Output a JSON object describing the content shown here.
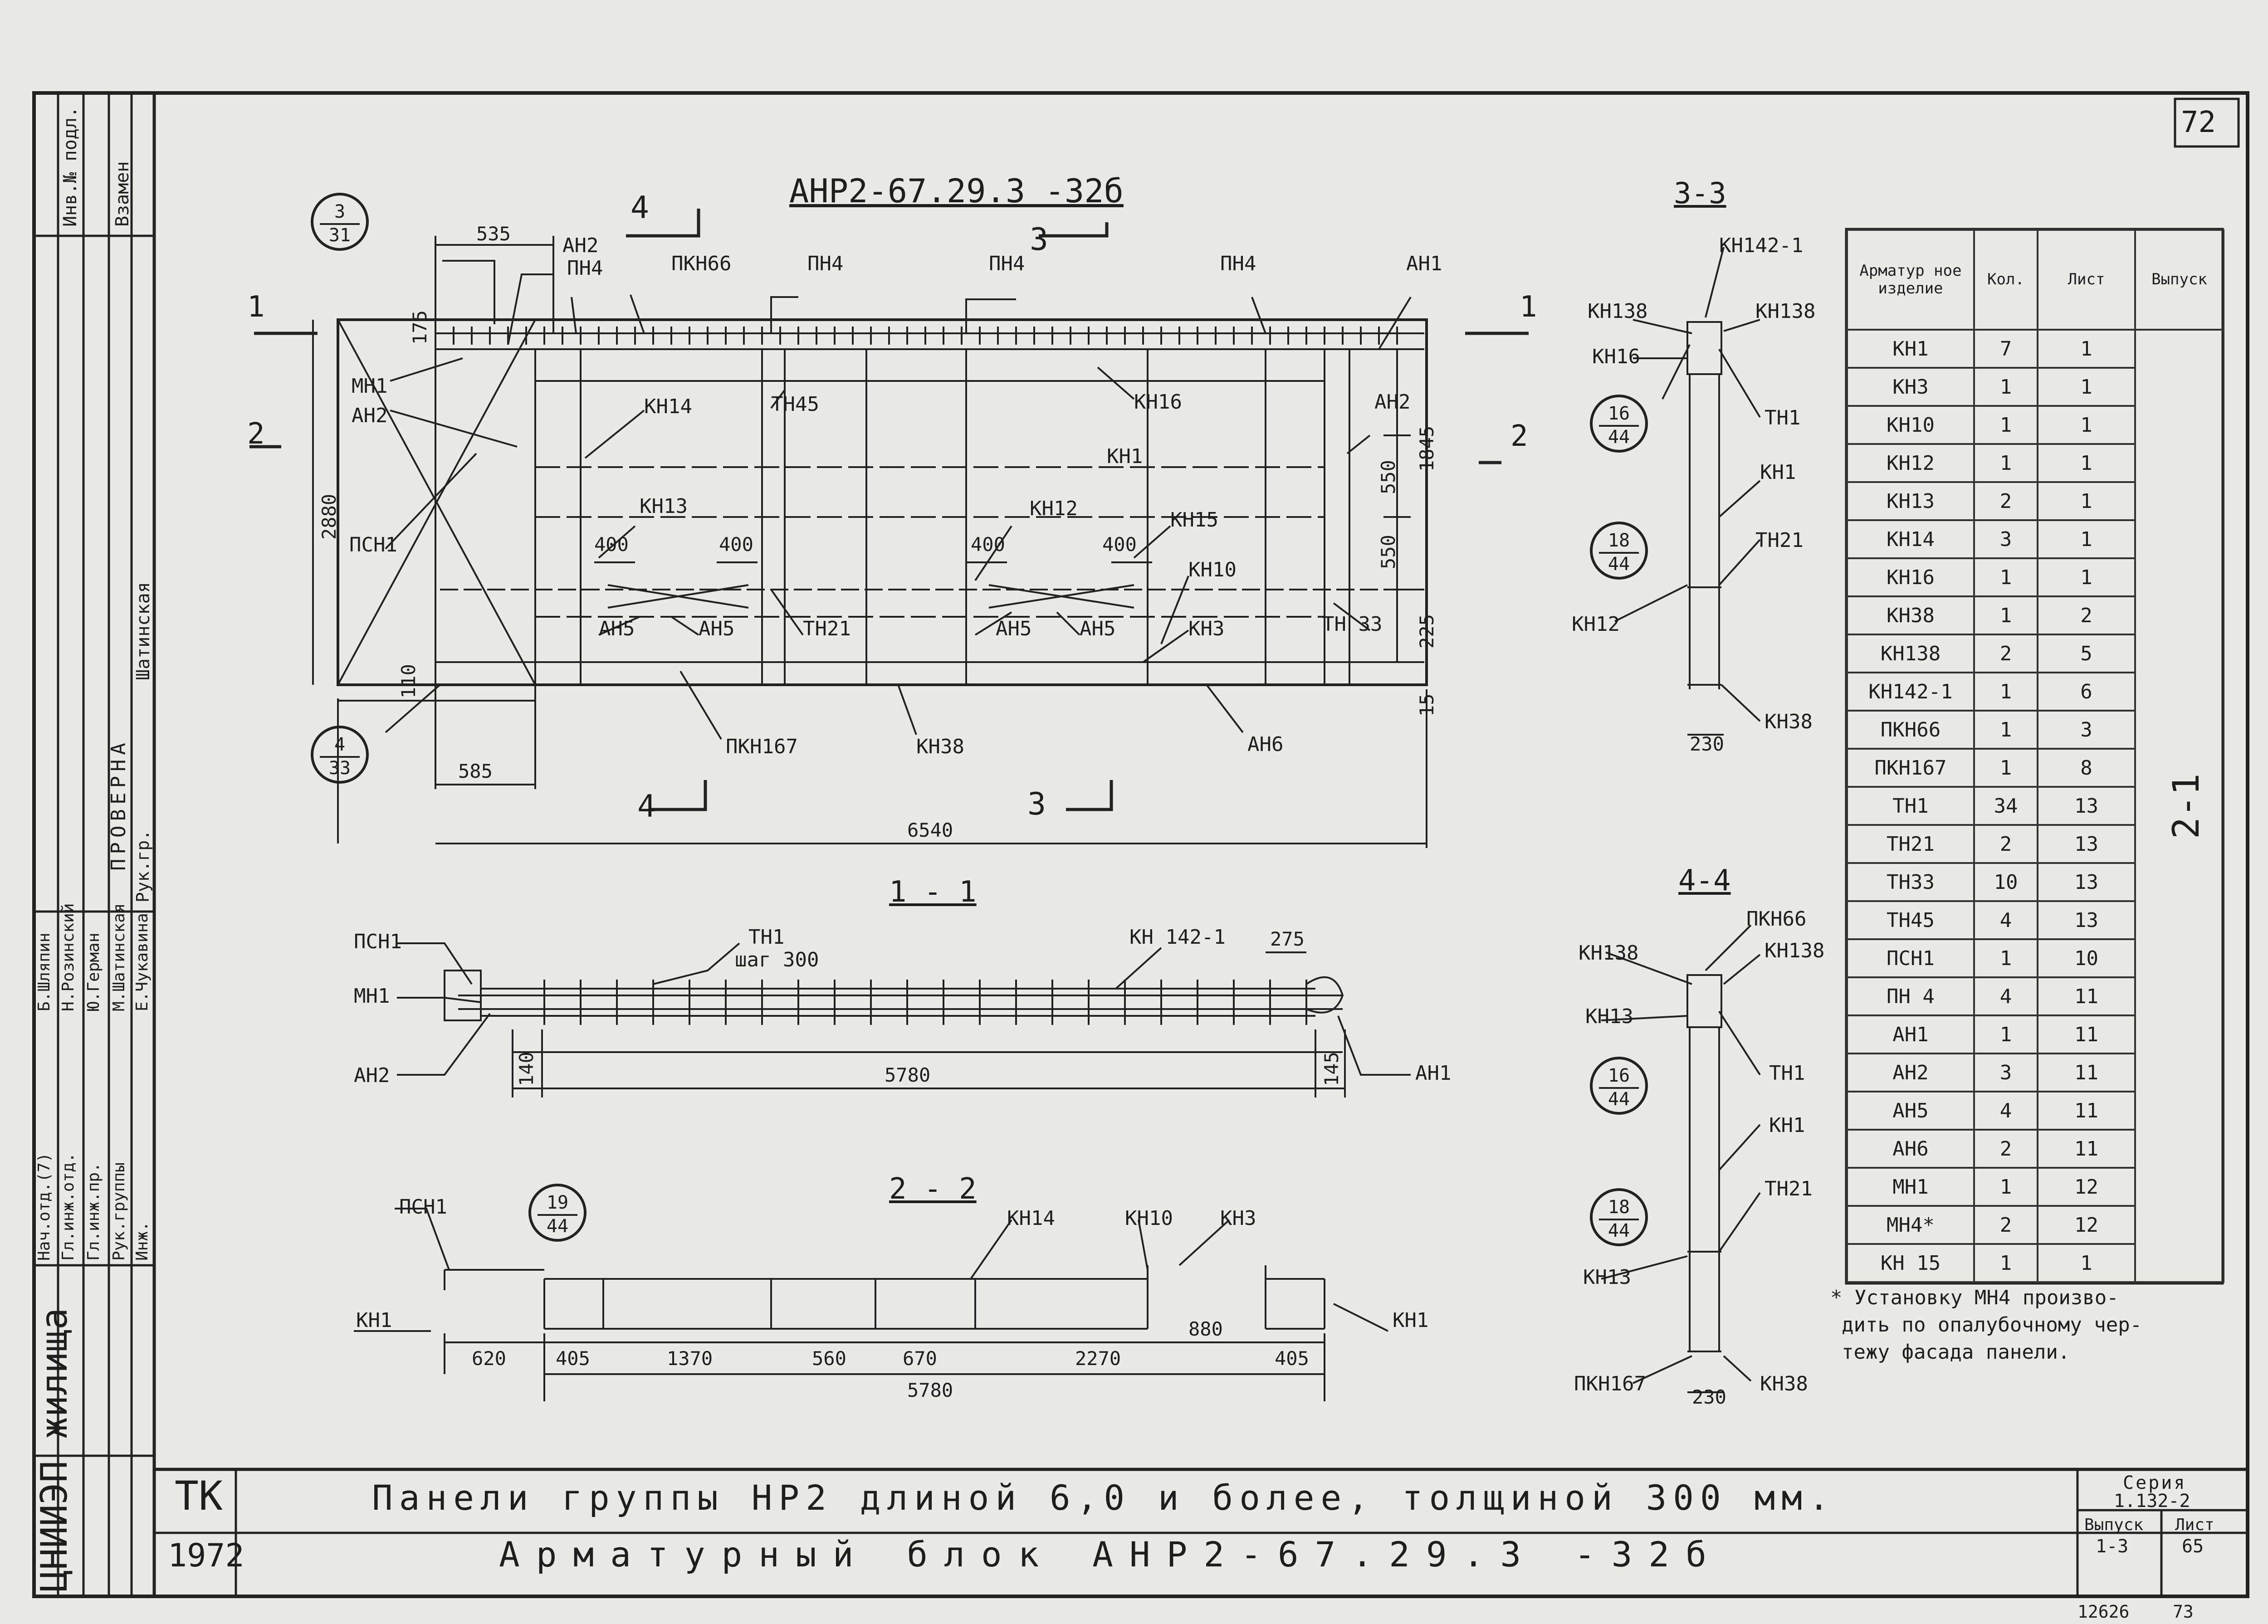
{
  "sheet_number": "72",
  "drawing_title": "АНР2-67.29.3 -32б",
  "views": {
    "elevation": {
      "callout_top": {
        "num": "3",
        "den": "31"
      },
      "callout_bottom": {
        "num": "4",
        "den": "33"
      },
      "section_marks": {
        "top_4": "4",
        "top_3": "3",
        "bottom_4": "4",
        "bottom_3": "3",
        "left_1": "1",
        "left_2": "2",
        "right_1": "1",
        "right_2": "2"
      },
      "labels": {
        "ah2_top": "АН2",
        "pn4_a": "ПН4",
        "pkn66": "ПКН66",
        "pn4_b": "ПН4",
        "pn4_c": "ПН4",
        "pn4_d": "ПН4",
        "ah1": "АН1",
        "mn1": "МН1",
        "ah2_left": "АН2",
        "kn14": "КН14",
        "tn45": "ТН45",
        "kn16": "КН16",
        "ah2_right": "АН2",
        "kn1": "КН1",
        "psn1": "ПСН1",
        "kn13": "КН13",
        "kn12": "КН12",
        "kn15": "КН15",
        "kn10": "КН10",
        "ah5_a": "АН5",
        "ah5_b": "АН5",
        "tn21": "ТН21",
        "ah5_c": "АН5",
        "ah5_d": "АН5",
        "kn3": "КН3",
        "tn33": "ТН 33",
        "pkn167": "ПКН167",
        "kn38": "КН38",
        "ah6": "АН6"
      },
      "dims": {
        "d535": "535",
        "d175": "175",
        "d2880": "2880",
        "d400a": "400",
        "d400b": "400",
        "d400c": "400",
        "d400d": "400",
        "d110": "110",
        "d1845": "1845",
        "d550a": "550",
        "d550b": "550",
        "d225": "225",
        "d15": "15",
        "d585": "585",
        "d6540": "6540"
      }
    },
    "section_11": {
      "title": "1 - 1",
      "labels": {
        "psn1": "ПСН1",
        "mn1": "МН1",
        "ah2": "АН2",
        "tn1": "ТН1",
        "step": "шаг 300",
        "kn142": "КН 142-1",
        "ah1": "АН1"
      },
      "dims": {
        "d275": "275",
        "d140": "140",
        "d5780": "5780",
        "d145": "145"
      }
    },
    "section_22": {
      "title": "2 - 2",
      "callout": {
        "num": "19",
        "den": "44"
      },
      "labels": {
        "psn1": "ПСН1",
        "kn14": "КН14",
        "kn10": "КН10",
        "kn3": "КН3",
        "kn1_left": "КН1",
        "kn1_right": "КН1"
      },
      "dims": {
        "d620": "620",
        "d405a": "405",
        "d1370": "1370",
        "d560": "560",
        "d670": "670",
        "d2270": "2270",
        "d880": "880",
        "d405b": "405",
        "d5780": "5780"
      }
    },
    "section_33": {
      "title": "3-3",
      "callout_a": {
        "num": "16",
        "den": "44"
      },
      "callout_b": {
        "num": "18",
        "den": "44"
      },
      "labels": {
        "kn142": "КН142-1",
        "kn138_l": "КН138",
        "kn138_r": "КН138",
        "kn16": "КН16",
        "tn1": "ТН1",
        "kn1": "КН1",
        "tn21": "ТН21",
        "kn12": "КН12",
        "kn38": "КН38"
      },
      "dims": {
        "d230": "230"
      }
    },
    "section_44": {
      "title": "4-4",
      "callout_a": {
        "num": "16",
        "den": "44"
      },
      "callout_b": {
        "num": "18",
        "den": "44"
      },
      "labels": {
        "pkn66": "ПКН66",
        "kn138_l": "КН138",
        "kn138_r": "КН138",
        "kn13_a": "КН13",
        "tn1": "ТН1",
        "kn1": "КН1",
        "tn21": "ТН21",
        "kn13_b": "КН13",
        "pkn167": "ПКН167",
        "kn38": "КН38"
      },
      "dims": {
        "d230": "230"
      }
    }
  },
  "spec_table": {
    "headers": [
      "Арматур ное изделие",
      "Кол.",
      "Лист",
      "Выпуск"
    ],
    "rows": [
      [
        "КН1",
        "7",
        "1"
      ],
      [
        "КН3",
        "1",
        "1"
      ],
      [
        "КН10",
        "1",
        "1"
      ],
      [
        "КН12",
        "1",
        "1"
      ],
      [
        "КН13",
        "2",
        "1"
      ],
      [
        "КН14",
        "3",
        "1"
      ],
      [
        "КН16",
        "1",
        "1"
      ],
      [
        "КН38",
        "1",
        "2"
      ],
      [
        "КН138",
        "2",
        "5"
      ],
      [
        "КН142-1",
        "1",
        "6"
      ],
      [
        "ПКН66",
        "1",
        "3"
      ],
      [
        "ПКН167",
        "1",
        "8"
      ],
      [
        "ТН1",
        "34",
        "13"
      ],
      [
        "ТН21",
        "2",
        "13"
      ],
      [
        "ТН33",
        "10",
        "13"
      ],
      [
        "ТН45",
        "4",
        "13"
      ],
      [
        "ПСН1",
        "1",
        "10"
      ],
      [
        "ПН 4",
        "4",
        "11"
      ],
      [
        "АН1",
        "1",
        "11"
      ],
      [
        "АН2",
        "3",
        "11"
      ],
      [
        "АН5",
        "4",
        "11"
      ],
      [
        "АН6",
        "2",
        "11"
      ],
      [
        "МН1",
        "1",
        "12"
      ],
      [
        "МН4*",
        "2",
        "12"
      ],
      [
        "КН 15",
        "1",
        "1"
      ]
    ],
    "issue": "2-1"
  },
  "note": [
    "* Установку МН4 произво-",
    "дить по опалубочному чер-",
    "тежу фасада панели."
  ],
  "title_block": {
    "org": "ТК",
    "year": "1972",
    "line1": "Панели группы НР2 длиной 6,0 и более, толщиной 300 мм.",
    "line2": "Арматурный блок АНР2-67.29.3 -32б",
    "series_label": "Серия",
    "series_value": "1.132-2",
    "issue_label": "Выпуск",
    "issue_value": "1-3",
    "sheet_label": "Лист",
    "sheet_value": "65"
  },
  "side_stamp": {
    "inv_header": "Инв.№ подл.",
    "zam_header": "Взамен",
    "logo": "ЦНИИЭП жилища",
    "check_label": "ПРОВЕРНА",
    "check_name": "Шатинская",
    "roles": [
      "Нач.отд.(7)",
      "Гл.инж.отд.",
      "Гл.инж.пр.",
      "Рук.группы",
      "Инж."
    ],
    "names": [
      "Б.Шляпин",
      "Н.Розинский",
      "Ю.Герман",
      "М.Шатинская",
      "Е.Чукавина"
    ],
    "rukgr": "Рук.гр."
  },
  "footer": {
    "number_a": "12626",
    "number_b": "73"
  }
}
